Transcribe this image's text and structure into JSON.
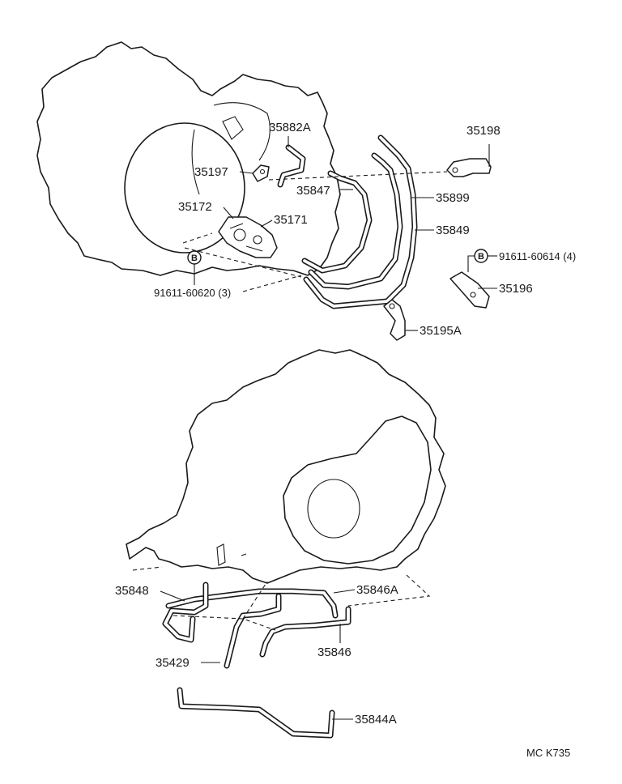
{
  "labels": {
    "p35882A": "35882A",
    "p35198": "35198",
    "p35197": "35197",
    "p35847": "35847",
    "p35899": "35899",
    "p35172": "35172",
    "p35171": "35171",
    "p35849": "35849",
    "bolt_upper_right": "91611-60614 (4)",
    "bolt_left": "91611-60620 (3)",
    "p35196": "35196",
    "p35195A": "35195A",
    "p35848": "35848",
    "p35846A": "35846A",
    "p35429": "35429",
    "p35846": "35846",
    "p35844A": "35844A"
  },
  "badges": {
    "bolt_left_letter": "B",
    "bolt_right_letter": "B"
  },
  "footer": {
    "code": "MC  K735"
  }
}
